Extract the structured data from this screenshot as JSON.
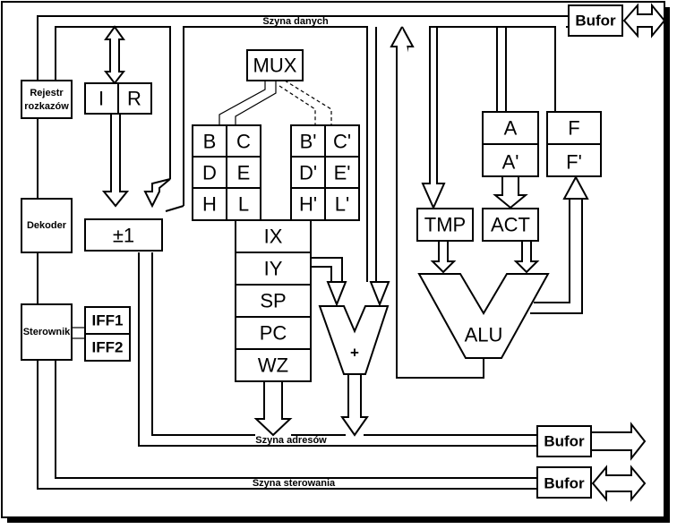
{
  "buses": {
    "data": "Szyna danych",
    "address": "Szyna adresów",
    "control": "Szyna sterowania"
  },
  "buffers": {
    "data": "Bufor",
    "address": "Bufor",
    "control": "Bufor"
  },
  "left_blocks": {
    "instruction_register_line1": "Rejestr",
    "instruction_register_line2": "rozkazów",
    "decoder": "Dekoder",
    "controller": "Sterownik"
  },
  "flipflops": {
    "iff1": "IFF1",
    "iff2": "IFF2"
  },
  "ir": {
    "i": "I",
    "r": "R"
  },
  "incdec": "±1",
  "mux": "MUX",
  "main_regs": [
    [
      "B",
      "C"
    ],
    [
      "D",
      "E"
    ],
    [
      "H",
      "L"
    ]
  ],
  "alt_regs": [
    [
      "B'",
      "C'"
    ],
    [
      "D'",
      "E'"
    ],
    [
      "H'",
      "L'"
    ]
  ],
  "index_regs": [
    "IX",
    "IY",
    "SP",
    "PC",
    "WZ"
  ],
  "adder": "+",
  "accumulator": {
    "a": "A",
    "a_alt": "A'",
    "f": "F",
    "f_alt": "F'"
  },
  "tmp": "TMP",
  "act": "ACT",
  "alu": "ALU"
}
